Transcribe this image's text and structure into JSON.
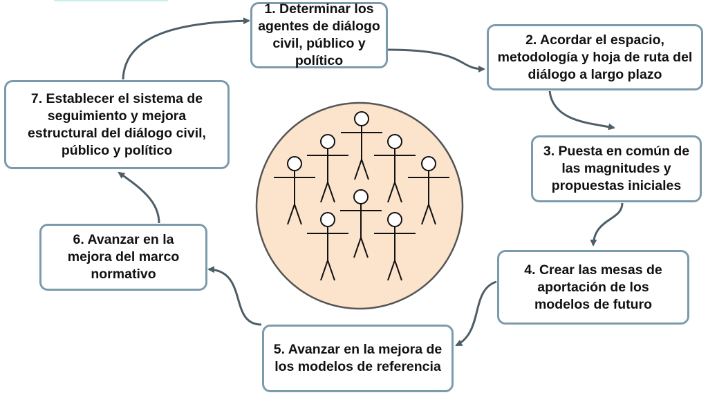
{
  "steps": [
    {
      "label": "1. Determinar los agentes de diálogo civil, público y político"
    },
    {
      "label": "2. Acordar el espacio, metodología y hoja de ruta del diálogo a largo plazo"
    },
    {
      "label": "3. Puesta en común de las magnitudes y propuestas iniciales"
    },
    {
      "label": "4. Crear las mesas de aportación de los modelos de futuro"
    },
    {
      "label": "5. Avanzar en la mejora de los modelos de referencia"
    },
    {
      "label": "6. Avanzar en la mejora del marco normativo"
    },
    {
      "label": "7. Establecer el sistema de seguimiento y mejora estructural del diálogo civil, público y político"
    }
  ],
  "colors": {
    "circle_fill": "#fbe3cc",
    "border": "#7b9aab",
    "arrow": "#4d5e68"
  },
  "center_icon": "group-of-people-icon",
  "people_count": 8
}
